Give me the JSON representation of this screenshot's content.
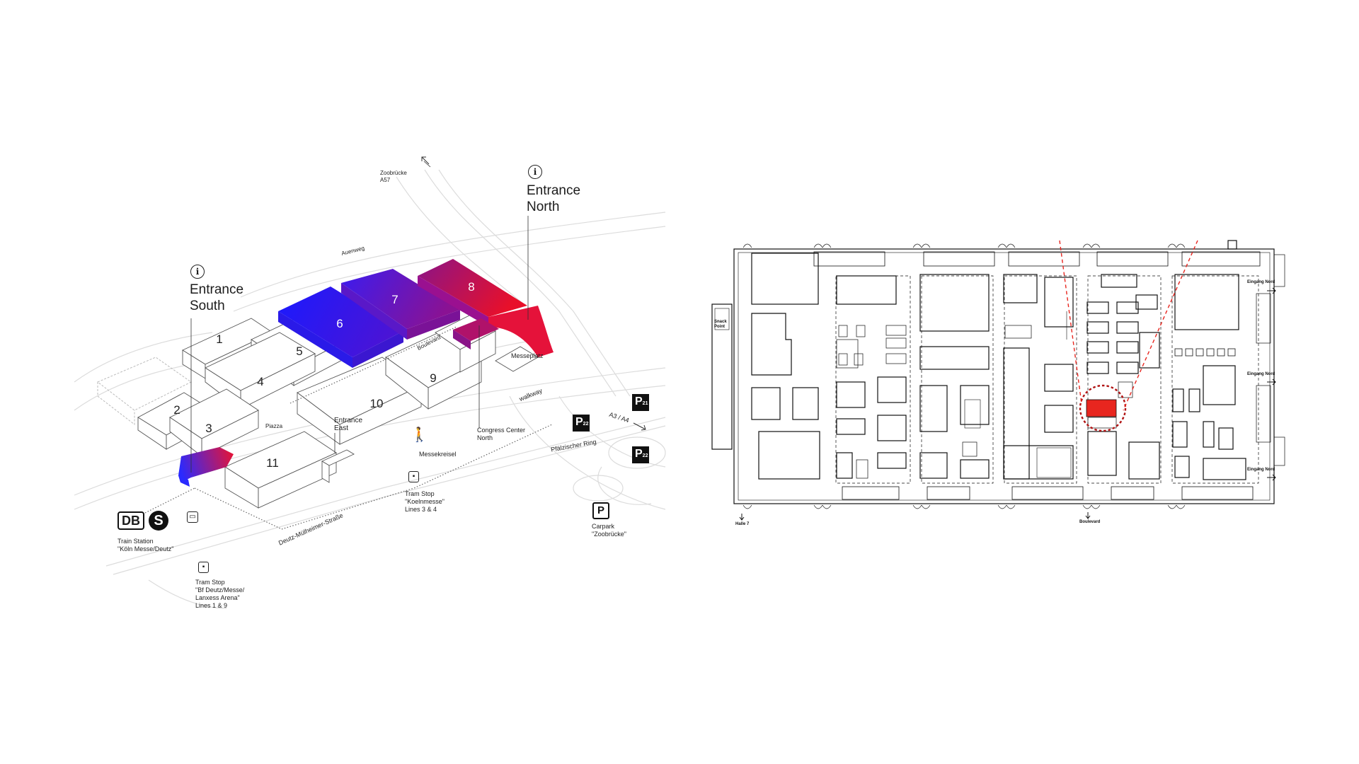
{
  "site_map": {
    "entrances": {
      "north": "Entrance\nNorth",
      "south": "Entrance\nSouth",
      "east": "Entrance\nEast"
    },
    "halls": [
      "1",
      "2",
      "3",
      "4",
      "5",
      "6",
      "7",
      "8",
      "9",
      "10",
      "11"
    ],
    "roads": {
      "zoobruecke": "Zoobrücke\nA57",
      "auenweg": "Auenweg",
      "boulevard": "Boulevard",
      "walkway": "walkway",
      "messeplatz": "Messeplatz",
      "piazza": "Piazza",
      "messekreisel": "Messekreisel",
      "pfaelzischer_ring": "Pfälzischer Ring",
      "deutz_muelheimer": "Deutz-Mülheimer-Straße",
      "a3_a4": "A3 / A4"
    },
    "places": {
      "congress_center": "Congress Center\nNorth",
      "train_station": "Train Station\n\"Köln Messe/Deutz\"",
      "tram_koelnmesse": "Tram Stop\n\"Koelnmesse\"\nLines 3 & 4",
      "tram_deutz": "Tram Stop\n\"Bf Deutz/Messe/\nLanxess Arena\"\nLines 1 & 9",
      "carpark": "Carpark\n\"Zoobrücke\""
    },
    "icons": {
      "info": "i",
      "db": "DB",
      "s_bahn": "S",
      "parking": "P",
      "p21": "21",
      "p22": "22",
      "p_lower": "22"
    },
    "gradient_colors": {
      "blue": "#1a1aff",
      "red": "#e8102a"
    }
  },
  "floor_plan": {
    "labels": {
      "snack_point": "Snack\nPoint",
      "eingang_nord_1": "Eingang Nord",
      "eingang_nord_2": "Eingang Nord",
      "eingang_nord_3": "Eingang Nord",
      "halle_7": "Halle 7",
      "boulevard": "Boulevard"
    },
    "highlight_color": "#e8261f"
  }
}
